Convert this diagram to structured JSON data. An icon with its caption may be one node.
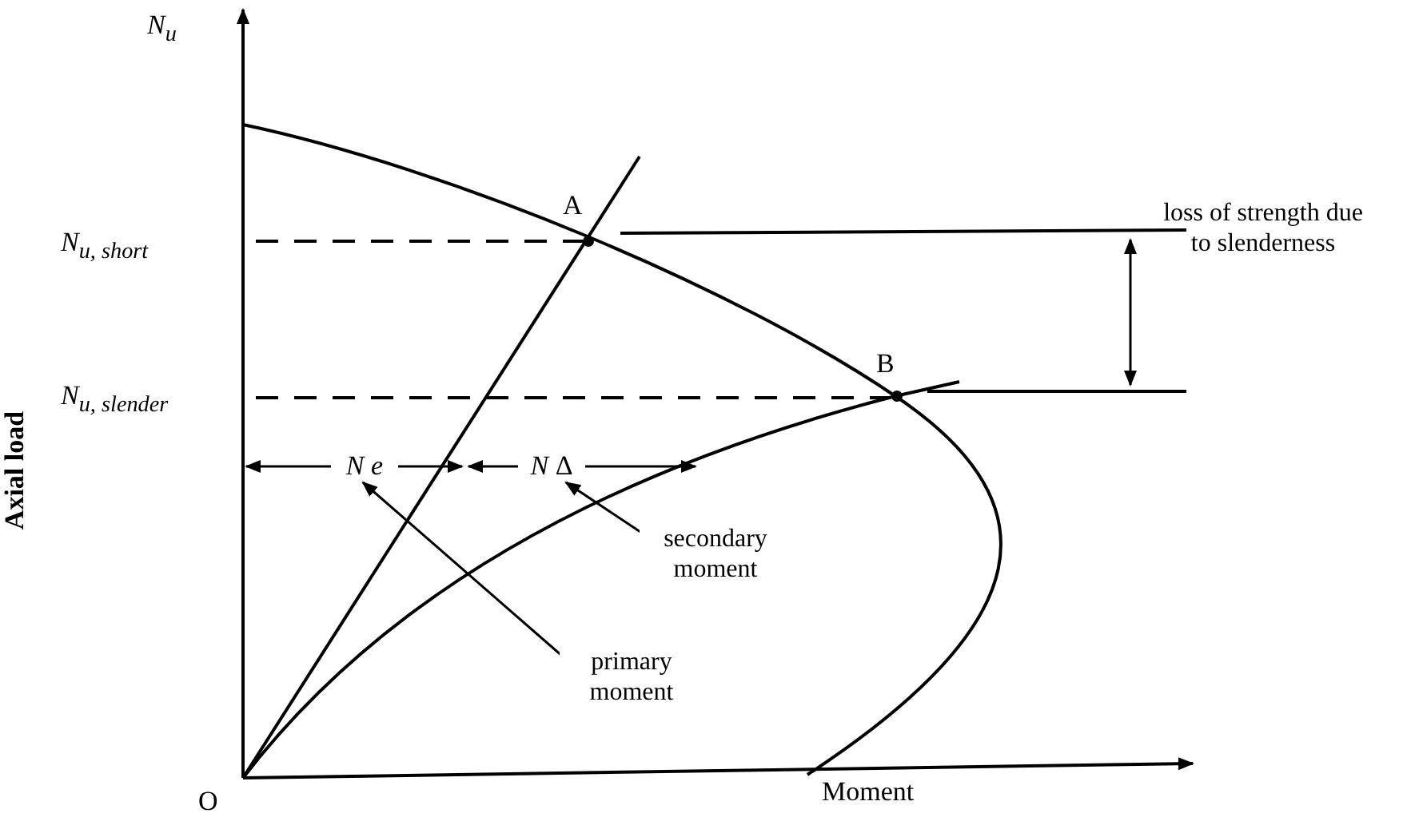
{
  "diagram": {
    "nodes": [
      {
        "text": [
          "N e"
        ]
      },
      {
        "text": [
          "*N* Δ"
        ]
      },
      {
        "text": [
          "secondary moment"
        ]
      },
      {
        "text": [
          "primary moment"
        ]
      }
    ],
    "edges": [
      {
        "from": 3,
        "to": 0,
        "arrow": "to"
      },
      {
        "from": 2,
        "to": 1,
        "arrow": "to"
      }
    ],
    "labels": [
      "N$_{u}$",
      "A",
      "N$_{u, short}$",
      "loss of strength due to slenderness",
      "B",
      "N$_{u, slender}$",
      "Axial load",
      "O",
      "Moment"
    ]
  }
}
